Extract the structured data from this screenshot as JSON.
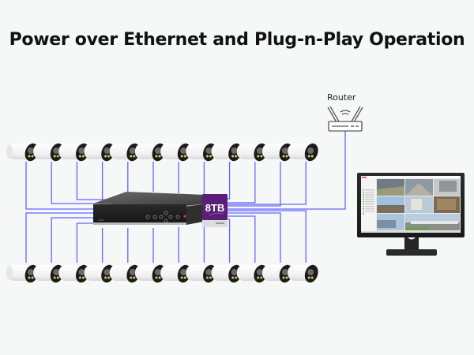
{
  "title": "Power over Ethernet and Plug-n-Play Operation",
  "router": {
    "label": "Router"
  },
  "nvr": {
    "storage_badge": "8TB",
    "hdd_color": "#5b1f7a"
  },
  "cameras": {
    "top_row_count": 12,
    "bottom_row_count": 12
  },
  "colors": {
    "cable": "#5a5aff",
    "background": "#f6f7f7"
  }
}
